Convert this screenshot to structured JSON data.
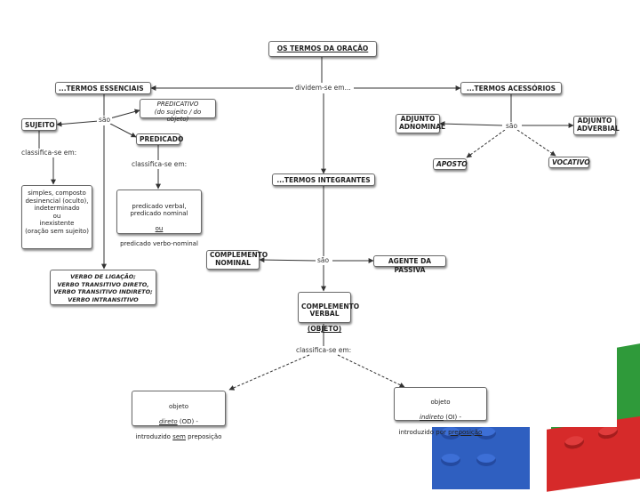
{
  "nodes": {
    "title": "OS TERMOS DA ORAÇÃO",
    "essenciais": "...TERMOS ESSENCIAIS",
    "acessorios": "...TERMOS ACESSÓRIOS",
    "integrantes": "...TERMOS INTEGRANTES",
    "sujeito": "SUJEITO",
    "predicativo": "PREDICATIVO\n(do sujeito / do objeto)",
    "predicado": "PREDICADO",
    "sujeito_tipos": "simples, composto\ndesinencial (oculto),\nindeterminado\nou\ninexistente\n(oração sem sujeito)",
    "predicado_tipos_1": "predicado verbal,\npredicado nominal",
    "predicado_tipos_ou": "ou",
    "predicado_tipos_2": "predicado verbo-nominal",
    "verbos": "VERBO DE LIGAÇÃO;\nVERBO TRANSITIVO DIRETO,\nVERBO TRANSITIVO INDIRETO;\nVERBO INTRANSITIVO",
    "adjunto_adnominal": "ADJUNTO\nADNOMINAL",
    "adjunto_adverbial": "ADJUNTO\nADVERBIAL",
    "aposto": "APOSTO",
    "vocativo": "VOCATIVO",
    "complemento_nominal": "COMPLEMENTO\nNOMINAL",
    "agente_passiva": "AGENTE DA PASSIVA",
    "complemento_verbal_1": "COMPLEMENTO\nVERBAL",
    "complemento_verbal_2": "(OBJETO)",
    "od_1": "objeto",
    "od_2": "direto",
    "od_3": " (OD) -",
    "od_4": "introduzido ",
    "od_5": "sem",
    "od_6": " preposição",
    "oi_1": "objeto",
    "oi_2": "indireto",
    "oi_3": " (OI) -",
    "oi_4": "introduzido por ",
    "oi_5": "preposição"
  },
  "labels": {
    "dividem": "dividem-se em...",
    "sao_essenciais": "são",
    "sao_acessorios": "são",
    "sao_integrantes": "são",
    "classif_sujeito": "classifica-se em:",
    "classif_predicado": "classifica-se em:",
    "classif_complemento": "classifica-se em:"
  },
  "colors": {
    "edge": "#333333",
    "lego_green": "#2f9a3a",
    "lego_blue": "#2f5fc0",
    "lego_red": "#d62a2a"
  }
}
